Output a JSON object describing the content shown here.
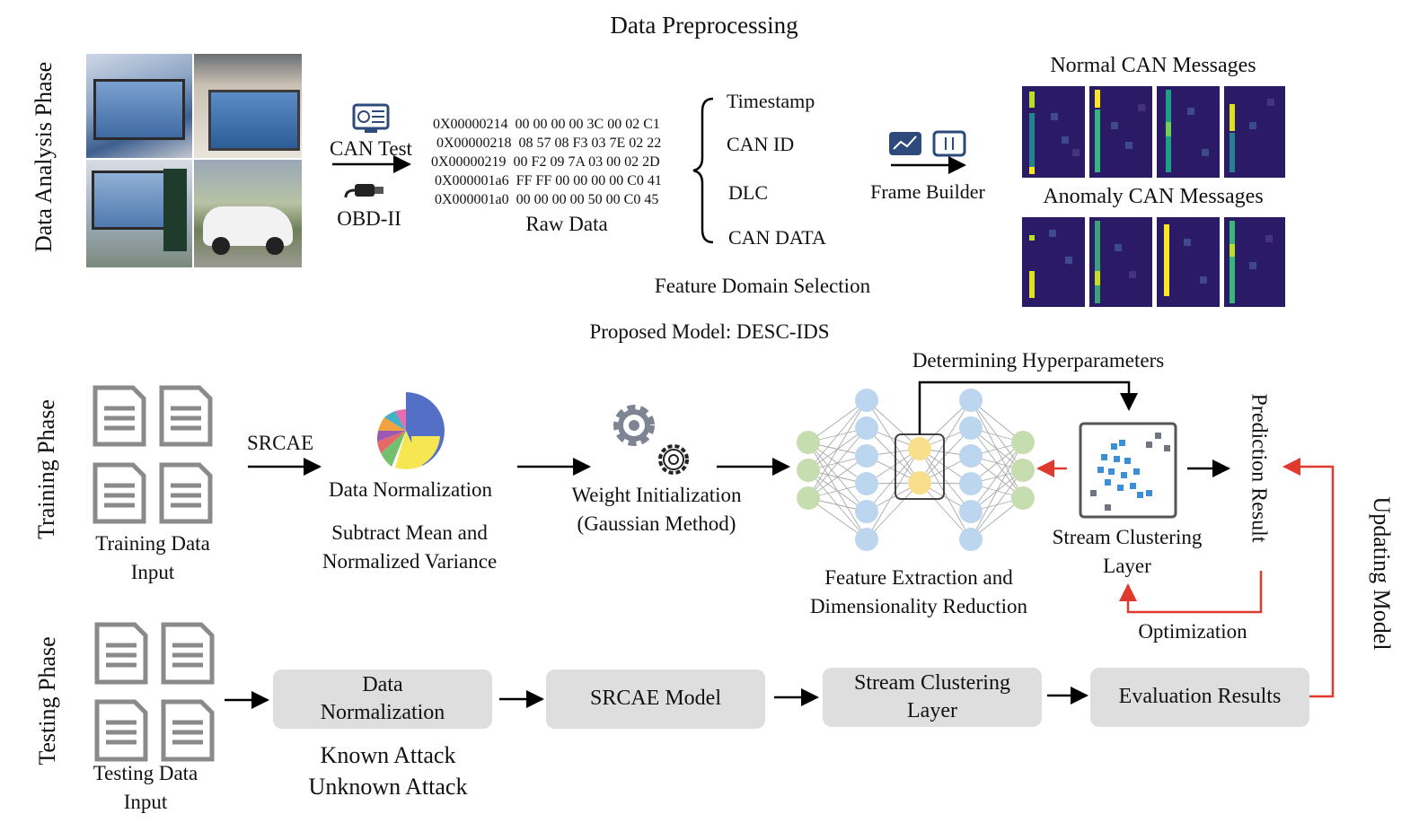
{
  "phases": {
    "data_analysis": "Data Analysis Phase",
    "training": "Training Phase",
    "testing": "Testing Phase",
    "updating_model": "Updating Model",
    "prediction_result": "Prediction Result"
  },
  "preprocessing": {
    "title": "Data Preprocessing",
    "can_test": "CAN Test",
    "obd": "OBD-II",
    "raw_data_label": "Raw Data",
    "raw_rows": [
      "0X00000214  00 00 00 00 3C 00 02 C1",
      "0X00000218  08 57 08 F3 03 7E 02 22",
      "0X00000219  00 F2 09 7A 03 00 02 2D",
      "0X000001a6  FF FF 00 00 00 00 C0 41",
      "0X000001a0  00 00 00 00 50 00 C0 45"
    ],
    "fields": [
      "Timestamp",
      "CAN ID",
      "DLC",
      "CAN DATA"
    ],
    "frame_builder": "Frame Builder",
    "feature_domain": "Feature Domain Selection",
    "normal_msgs": "Normal CAN Messages",
    "anomaly_msgs": "Anomaly CAN Messages"
  },
  "model": {
    "title": "Proposed Model: DESC-IDS",
    "training_input": "Training Data Input",
    "srcae": "SRCAE",
    "data_normalization": "Data Normalization",
    "subtract_mean": "Subtract Mean and Normalized Variance",
    "weight_init": "Weight Initialization (Gaussian Method)",
    "hyperparams": "Determining Hyperparameters",
    "feature_extraction": "Feature Extraction and Dimensionality Reduction",
    "stream_clustering": "Stream Clustering Layer",
    "optimization": "Optimization"
  },
  "testing": {
    "input": "Testing Data Input",
    "box_normalization": "Data Normalization",
    "box_srcae": "SRCAE Model",
    "box_clustering": "Stream Clustering Layer",
    "box_evaluation": "Evaluation Results",
    "known": "Known Attack",
    "unknown": "Unknown Attack"
  },
  "colors": {
    "arrow": "#000000",
    "feedback": "#e03a2f",
    "box_fill": "#dedede",
    "heatmap_bg": "#2b1b66",
    "node_green": "#c6ddb0",
    "node_blue": "#bcd6ef",
    "node_yellow": "#f7df8c",
    "doc_gray": "#8a8a8a",
    "scatter_blue": "#3a8fd6",
    "scatter_gray": "#6e7580"
  },
  "icons": [
    "monitor-icon",
    "obd-connector-icon",
    "chart-screen-icon",
    "transfer-screen-icon",
    "gear-icon",
    "document-icon",
    "pie-chart-icon",
    "scatter-icon"
  ]
}
